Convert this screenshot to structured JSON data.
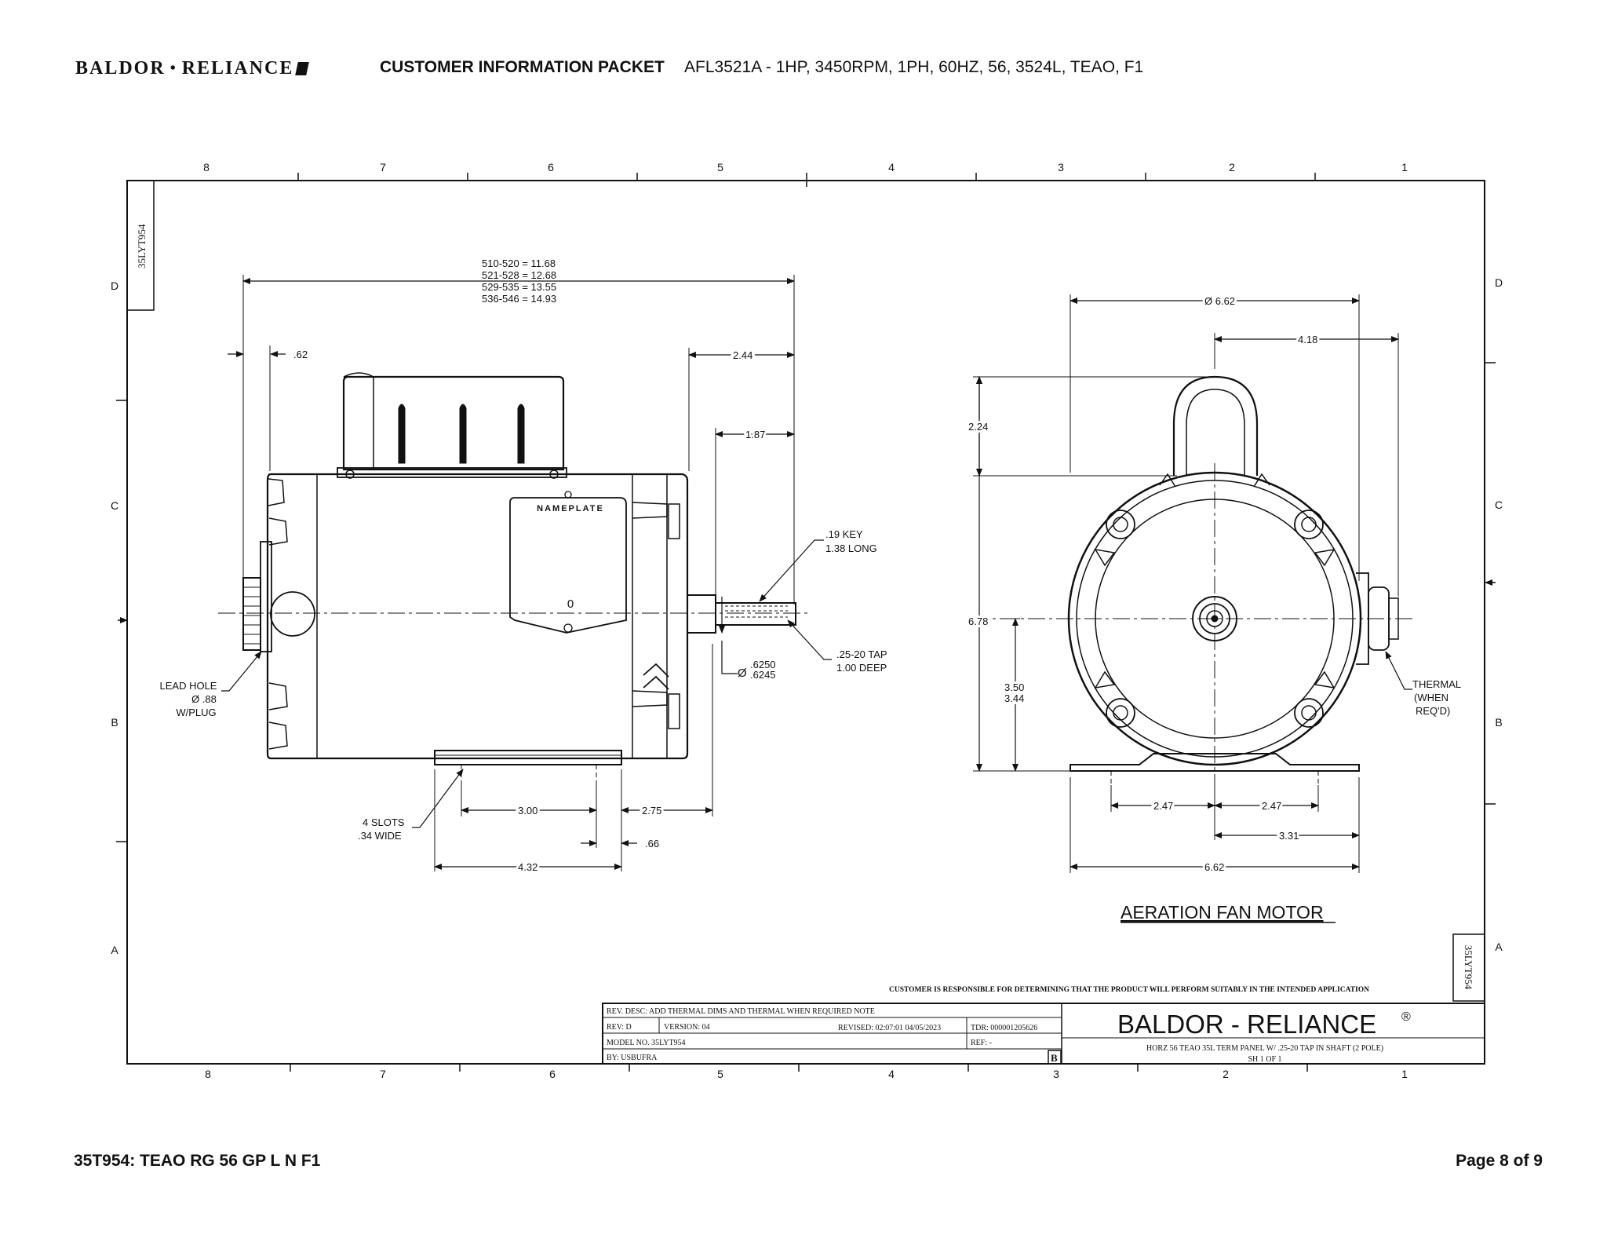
{
  "header": {
    "brand_left": "BALDOR",
    "brand_dot": "•",
    "brand_right": "RELIANCE",
    "title": "CUSTOMER INFORMATION PACKET",
    "model_line": "AFL3521A - 1HP, 3450RPM, 1PH, 60HZ, 56, 3524L, TEAO, F1"
  },
  "footer": {
    "left": "35T954: TEAO RG 56 GP L N F1",
    "right": "Page 8 of 9"
  },
  "frame": {
    "columns_top": [
      "8",
      "7",
      "6",
      "5",
      "4",
      "3",
      "2",
      "1"
    ],
    "columns_bottom": [
      "8",
      "7",
      "6",
      "5",
      "4",
      "3",
      "2",
      "1"
    ],
    "rows_left": [
      "D",
      "C",
      "B",
      "A"
    ],
    "rows_right": [
      "D",
      "C",
      "B",
      "A"
    ],
    "drawing_id_top": "35LYT954",
    "drawing_id_right": "35LYT954"
  },
  "side_view": {
    "length_lines": [
      "510-520 = 11.68",
      "521-528 = 12.68",
      "529-535 = 13.55",
      "536-546 = 14.93"
    ],
    "dim_062": ".62",
    "dim_244": "2.44",
    "dim_187": "1.87",
    "nameplate": "NAMEPLATE",
    "nameplate_mark": "0",
    "key_lines": [
      ".19 KEY",
      "1.38 LONG"
    ],
    "shaft_dia_symbol": "Ø",
    "shaft_dia_lines": [
      ".6250",
      ".6245"
    ],
    "tap_lines": [
      ".25-20 TAP",
      "1.00 DEEP"
    ],
    "lead_hole_lines": [
      "LEAD HOLE",
      "Ø .88",
      "W/PLUG"
    ],
    "slots_lines": [
      "4 SLOTS",
      ".34 WIDE"
    ],
    "dim_300": "3.00",
    "dim_275": "2.75",
    "dim_066": ".66",
    "dim_432": "4.32"
  },
  "end_view": {
    "dia_662": "Ø 6.62",
    "dim_418": "4.18",
    "dim_224": "2.24",
    "dim_678": "6.78",
    "dim_350": "3.50",
    "dim_344": "3.44",
    "thermal_lines": [
      "THERMAL",
      "(WHEN",
      "REQ'D)"
    ],
    "dim_247_left": "2.47",
    "dim_247_right": "2.47",
    "dim_331": "3.31",
    "dim_662_bottom": "6.62"
  },
  "drawing_title": "AERATION FAN MOTOR",
  "title_block": {
    "customer_note": "CUSTOMER IS RESPONSIBLE FOR DETERMINING THAT THE PRODUCT WILL PERFORM SUITABLY IN THE INTENDED APPLICATION",
    "rev_desc": "REV. DESC: ADD THERMAL DIMS AND THERMAL WHEN REQUIRED NOTE",
    "rev": "REV:   D",
    "version": "VERSION:  04",
    "revised": "REVISED:  02:07:01 04/05/2023",
    "tdr": "TDR:  000001205626",
    "model_no": "MODEL NO.   35LYT954",
    "ref": "REF:   -",
    "by": "BY: USBUFRA",
    "box_letter": "B",
    "company": "BALDOR - RELIANCE",
    "registered": "®",
    "description": "HORZ 56 TEAO 35L TERM PANEL W/ .25-20 TAP IN SHAFT (2 POLE)",
    "sheet": "SH 1 OF 1"
  }
}
